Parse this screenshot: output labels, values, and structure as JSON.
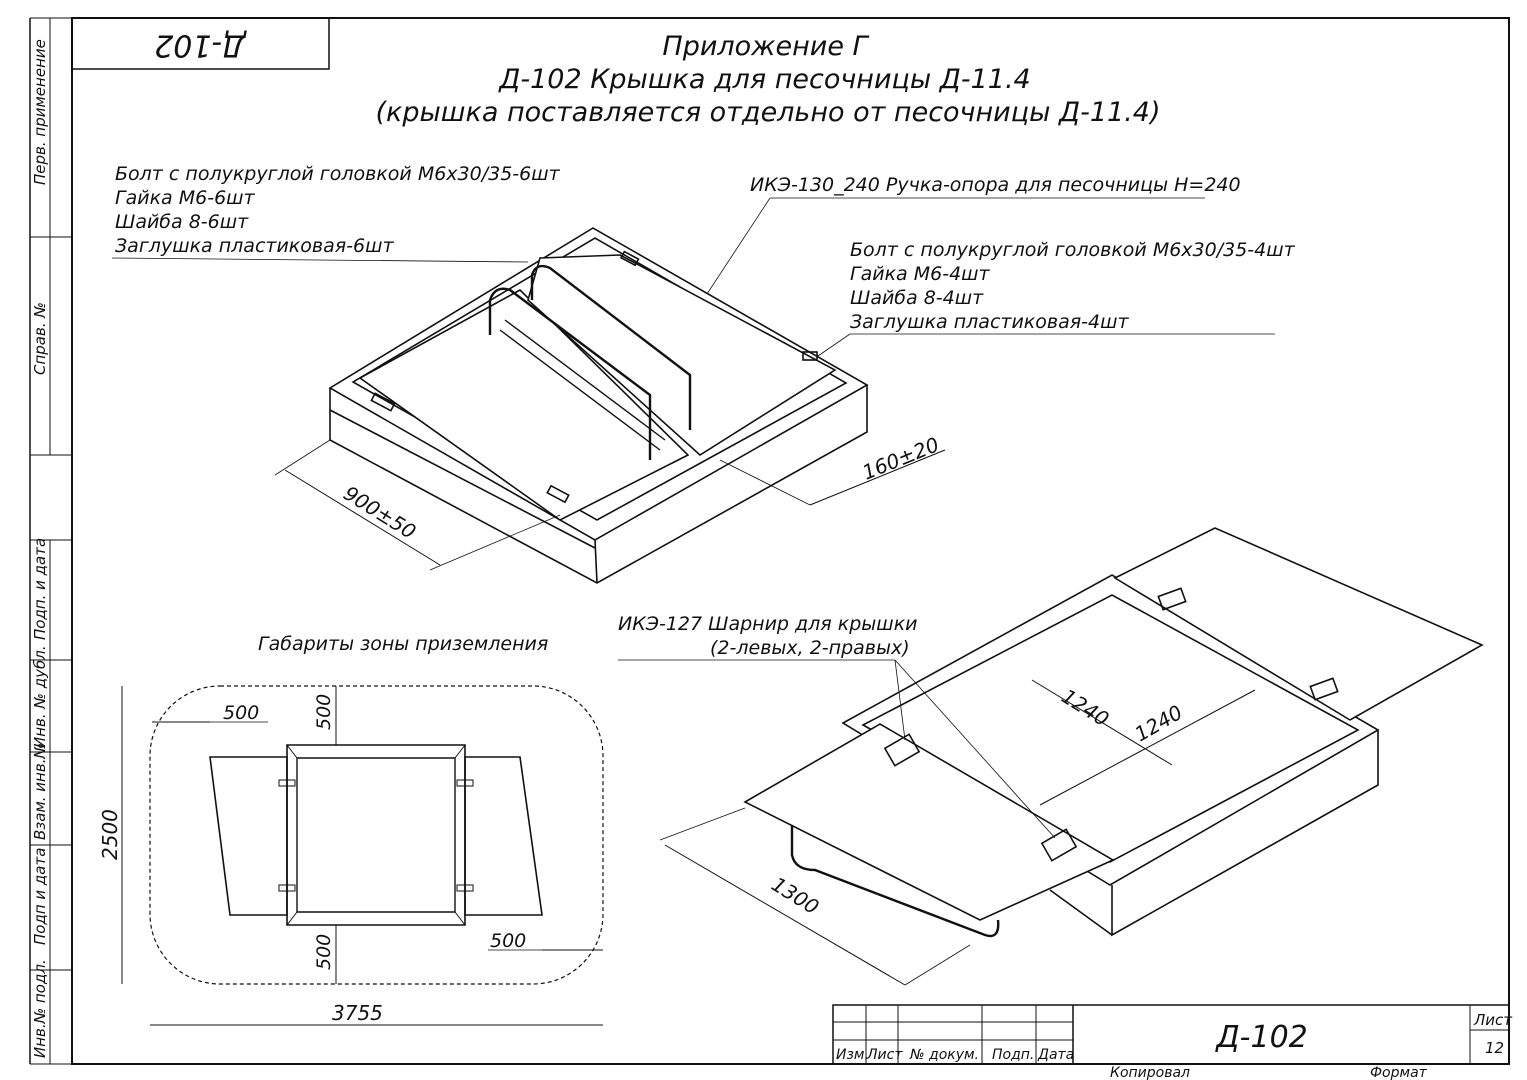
{
  "stamp": {
    "code_rotated": "Д-102"
  },
  "title": {
    "line1": "Приложение Г",
    "line2": "Д-102 Крышка для песочницы Д-11.4",
    "line3": "(крышка поставляется отдельно от песочницы Д-11.4)"
  },
  "notes": {
    "left_block": [
      "Болт с полукруглой головкой М6х30/35-6шт",
      "Гайка М6-6шт",
      "Шайба 8-6шт",
      "Заглушка пластиковая-6шт"
    ],
    "handle": "ИКЭ-130_240 Ручка-опора для песочницы Н=240",
    "right_block": [
      "Болт с полукруглой головкой М6х30/35-4шт",
      "Гайка М6-4шт",
      "Шайба 8-4шт",
      "Заглушка пластиковая-4шт"
    ],
    "hinge_line1": "ИКЭ-127 Шарнир для крышки",
    "hinge_line2": "(2-левых, 2-правых)"
  },
  "dims": {
    "d900": "900±50",
    "d160": "160±20",
    "d1240a": "1240",
    "d1240b": "1240",
    "d1300": "1300",
    "zone_title": "Габариты зоны приземления",
    "z500_left": "500",
    "z500_top": "500",
    "z500_bottom": "500",
    "z500_right": "500",
    "z2500": "2500",
    "z3755": "3755"
  },
  "side_stamp": [
    "Перв. применение",
    "Справ. №",
    "Подп. и дата",
    "Инв. № дубл.",
    "Взам. инв.№",
    "Подп и дата",
    "Инв.№ подл."
  ],
  "titleblock": {
    "col_izm": "Изм.",
    "col_list": "Лист",
    "col_doc": "№ докум.",
    "col_podp": "Подп.",
    "col_data": "Дата",
    "doc_code": "Д-102",
    "sheet_label": "Лист",
    "sheet_no": "12",
    "kopiroval": "Копировал",
    "format": "Формат"
  }
}
